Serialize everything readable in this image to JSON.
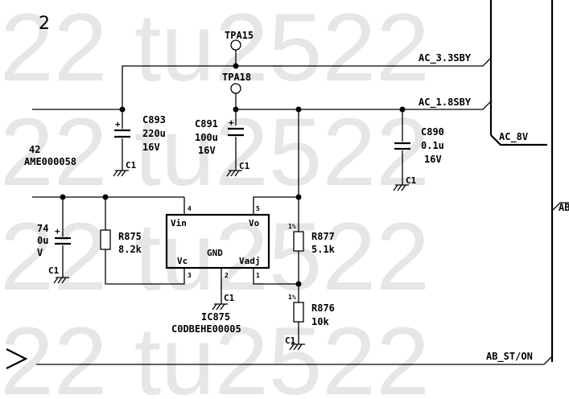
{
  "sheet": {
    "page_number": "2",
    "watermark": "22  tu2522"
  },
  "test_points": [
    {
      "label": "TPA15"
    },
    {
      "label": "TPA18"
    }
  ],
  "nets": {
    "ac_3_3sby": "AC_3.3SBY",
    "ac_1_8sby": "AC_1.8SBY",
    "ac_8v": "AC_8V",
    "ab_st_on": "AB_ST/ON",
    "ab_partial": "AB",
    "gnd_symbol": "C1"
  },
  "capacitors": [
    {
      "ref": "C893",
      "value": "220u",
      "voltage": "16V",
      "gnd": "C1"
    },
    {
      "ref": "C891",
      "value": "100u",
      "voltage": "16V",
      "gnd": "C1"
    },
    {
      "ref": "C890",
      "value": "0.1u",
      "voltage": "16V",
      "gnd": "C1"
    },
    {
      "ref": "74",
      "value": "0u",
      "voltage": "V",
      "gnd": "C1"
    }
  ],
  "partial_component": {
    "ref": "42",
    "part": "AME000058"
  },
  "resistors": [
    {
      "ref": "R875",
      "value": "8.2k"
    },
    {
      "ref": "R877",
      "value": "5.1k",
      "tolerance": "1%"
    },
    {
      "ref": "R876",
      "value": "10k",
      "tolerance": "1%",
      "gnd": "C1"
    }
  ],
  "ic": {
    "ref": "IC875",
    "part": "C0DBEHE00005",
    "pins": {
      "vin": "Vin",
      "vo": "Vo",
      "gnd": "GND",
      "vc": "Vc",
      "vadj": "Vadj"
    },
    "pin_numbers": {
      "vin": "4",
      "vo": "5",
      "vc": "3",
      "gnd": "2",
      "vadj": "1"
    },
    "gnd": "C1"
  }
}
